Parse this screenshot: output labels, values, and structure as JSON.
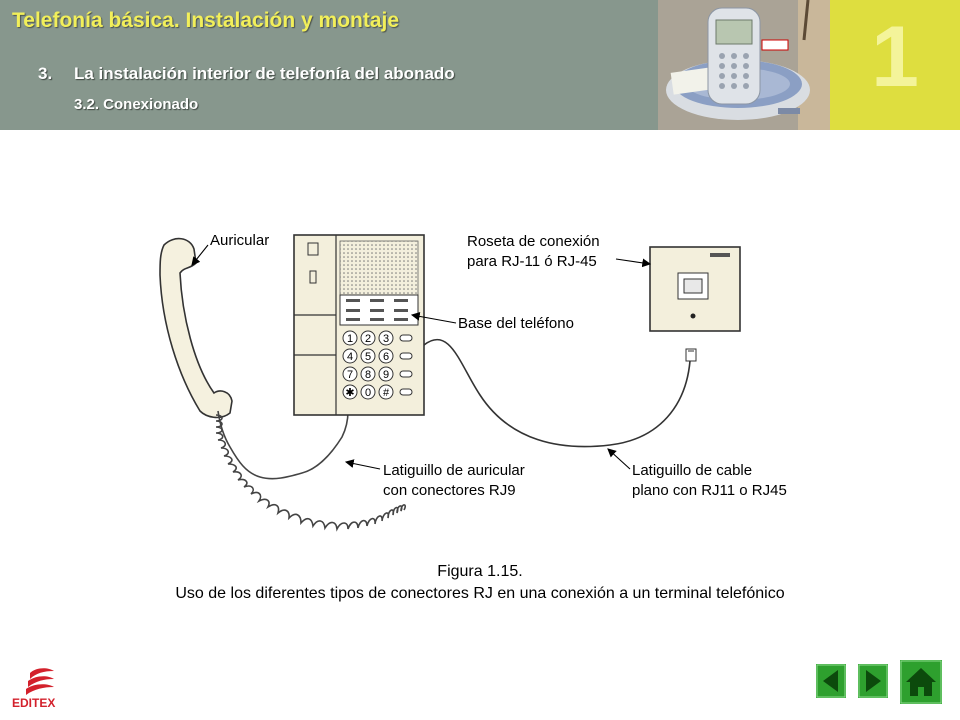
{
  "header": {
    "title": "Telefonía básica. Instalación y montaje",
    "section_number": "3.",
    "section_title": "La instalación interior de telefonía del abonado",
    "subsection": "3.2. Conexionado",
    "chapter_number": "1",
    "colors": {
      "bar": "#87978d",
      "title": "#f2ef5a",
      "chapter_bg": "#dede3f",
      "chapter_text": "#f4f49a"
    },
    "photo": "cordless-phone-photo"
  },
  "figure": {
    "labels": {
      "handset": "Auricular",
      "rosette_line1": "Roseta de conexión",
      "rosette_line2": "para RJ-11 ó RJ-45",
      "base": "Base del teléfono",
      "handset_cord_line1": "Latiguillo de auricular",
      "handset_cord_line2": "con conectores RJ9",
      "cable_line1": "Latiguillo de cable",
      "cable_line2": "plano con RJ11 o RJ45"
    },
    "keypad": [
      "1",
      "2",
      "3",
      "4",
      "5",
      "6",
      "7",
      "8",
      "9",
      "✱",
      "0",
      "#"
    ]
  },
  "caption": {
    "title": "Figura 1.15.",
    "text": "Uso de los diferentes tipos de conectores RJ en una conexión a un terminal telefónico"
  },
  "footer": {
    "logo_text": "EDITEX",
    "nav": {
      "color": "#2ea02e",
      "icons": [
        "prev-arrow-icon",
        "next-arrow-icon",
        "home-icon"
      ]
    }
  }
}
